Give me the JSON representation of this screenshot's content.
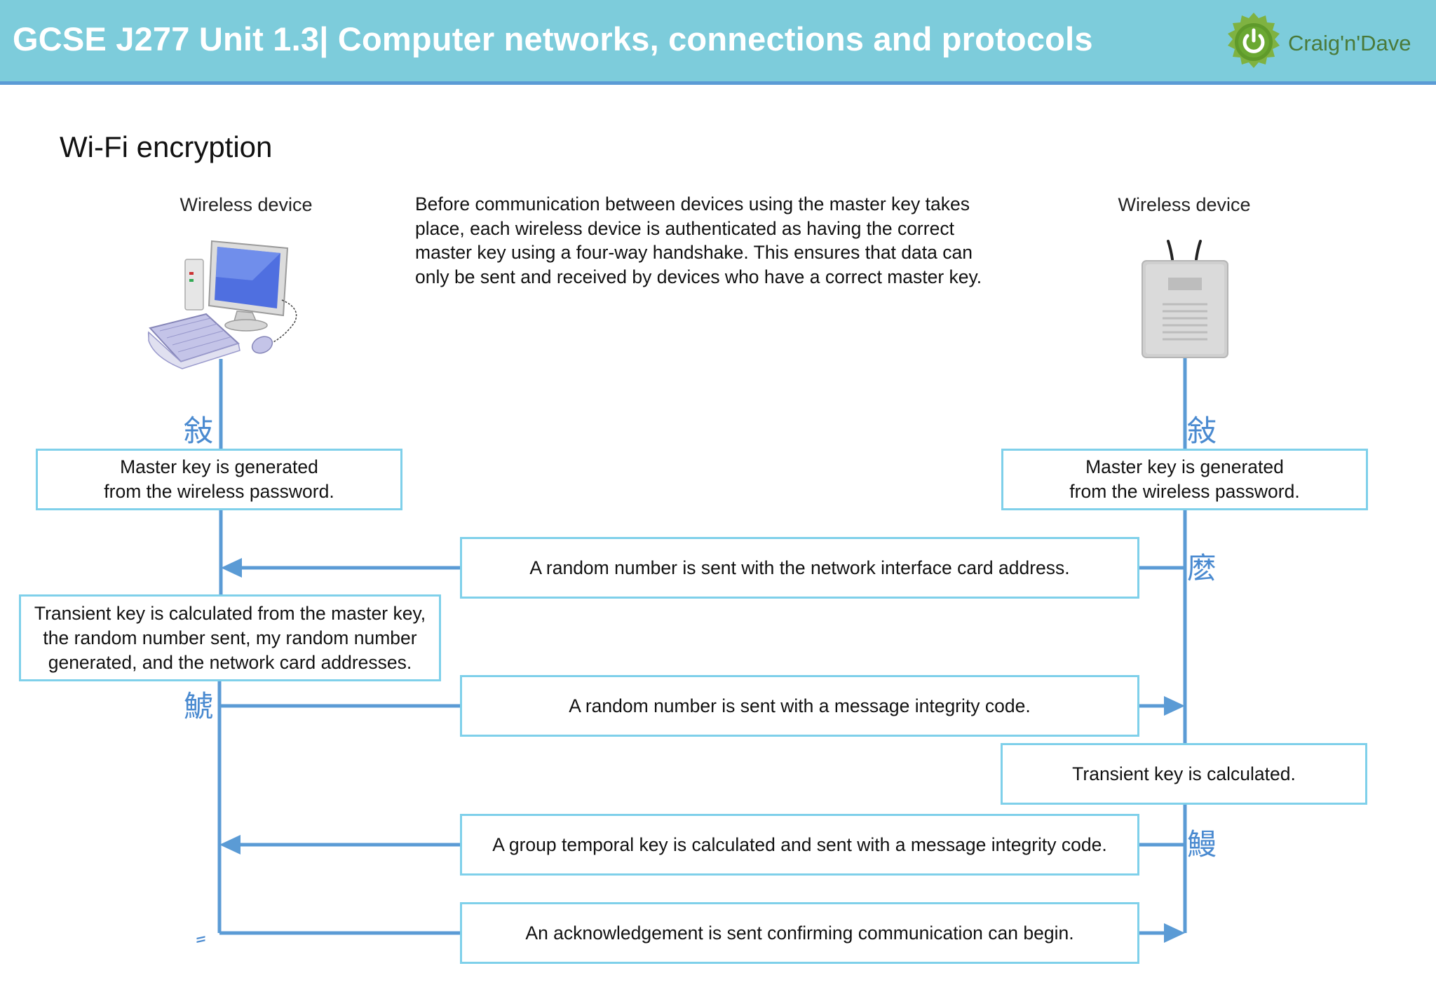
{
  "header": {
    "title": "GCSE J277 Unit 1.3| Computer networks, connections and protocols",
    "logo_text": "Craig'n'Dave",
    "logo_icon": "power-icon"
  },
  "section_title": "Wi-Fi encryption",
  "left_device": {
    "label": "Wireless device",
    "icon": "desktop-computer-icon"
  },
  "right_device": {
    "label": "Wireless device",
    "icon": "wireless-access-point-icon"
  },
  "intro_text": "Before communication between devices using the master key takes place, each wireless device is authenticated as having the correct master key using a four-way handshake.  This ensures that data can only be sent and received by devices who have a correct master key.",
  "left_master_key": [
    "Master key is generated",
    "from the wireless password."
  ],
  "right_master_key": [
    "Master key is generated",
    "from the wireless password."
  ],
  "left_transient_key": [
    "Transient key is calculated from the master key,",
    "the random number sent, my random number",
    "generated, and the network card addresses."
  ],
  "right_transient_key": "Transient key is calculated.",
  "messages": {
    "m1": "A random number is sent with the network interface card address.",
    "m2": "A random number is sent with a message integrity code.",
    "m3": "A group temporal key is calculated and sent with a message integrity code.",
    "m4": "An acknowledgement is sent confirming communication can begin."
  },
  "glyphs": {
    "left_1": "敍",
    "right_1": "敍",
    "right_2": "麽",
    "left_2": "鯱",
    "right_3": "鰻",
    "left_3": "ٍ"
  },
  "colors": {
    "header_bg": "#7dccdb",
    "line": "#5b9bd5",
    "box_border": "#7fd0ea",
    "glyph": "#4a8ad0"
  }
}
